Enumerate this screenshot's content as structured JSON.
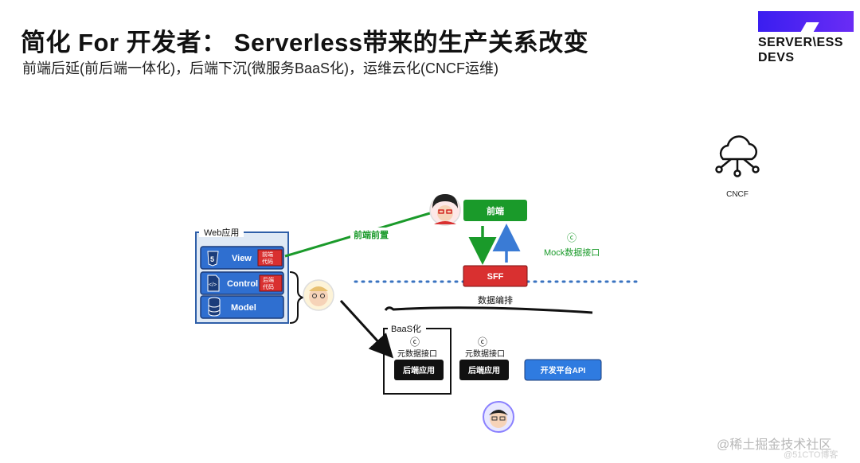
{
  "slide": {
    "title": "简化 For 开发者：  Serverless带来的生产关系改变",
    "subtitle": "前端后延(前后端一体化)，后端下沉(微服务BaaS化)，运维云化(CNCF运维)"
  },
  "logo": {
    "line1": "SERVER\\ESS",
    "line2": "DEVS"
  },
  "cncf": {
    "icon": "cloud-network-icon",
    "label": "CNCF"
  },
  "web_app": {
    "title": "Web应用",
    "layers": [
      {
        "label": "View",
        "tag": "前端代码"
      },
      {
        "label": "Control",
        "tag": "后端代码"
      },
      {
        "label": "Model",
        "tag": ""
      }
    ]
  },
  "flow": {
    "frontend_box": "前端",
    "sff_box": "SFF",
    "frontend_front_label": "前端前置",
    "mock_label": "Mock数据接口",
    "orchestration_label": "数据编排"
  },
  "backend": {
    "baas_label": "BaaS化",
    "meta_api_1": "元数据接口",
    "meta_api_2": "元数据接口",
    "app_1": "后端应用",
    "app_2": "后端应用",
    "platform_api": "开发平台API"
  },
  "watermark": {
    "main": "@稀土掘金技术社区",
    "sub": "@51CTO博客"
  },
  "colors": {
    "green": "#1a9a2a",
    "blue_arrow": "#3a7bd5",
    "sff_red": "#d93030",
    "layer_blue": "#2f6fd0",
    "platform_blue": "#2f7be0",
    "dotted": "#3a73c0",
    "logo_purple": "#3a1ef0"
  }
}
